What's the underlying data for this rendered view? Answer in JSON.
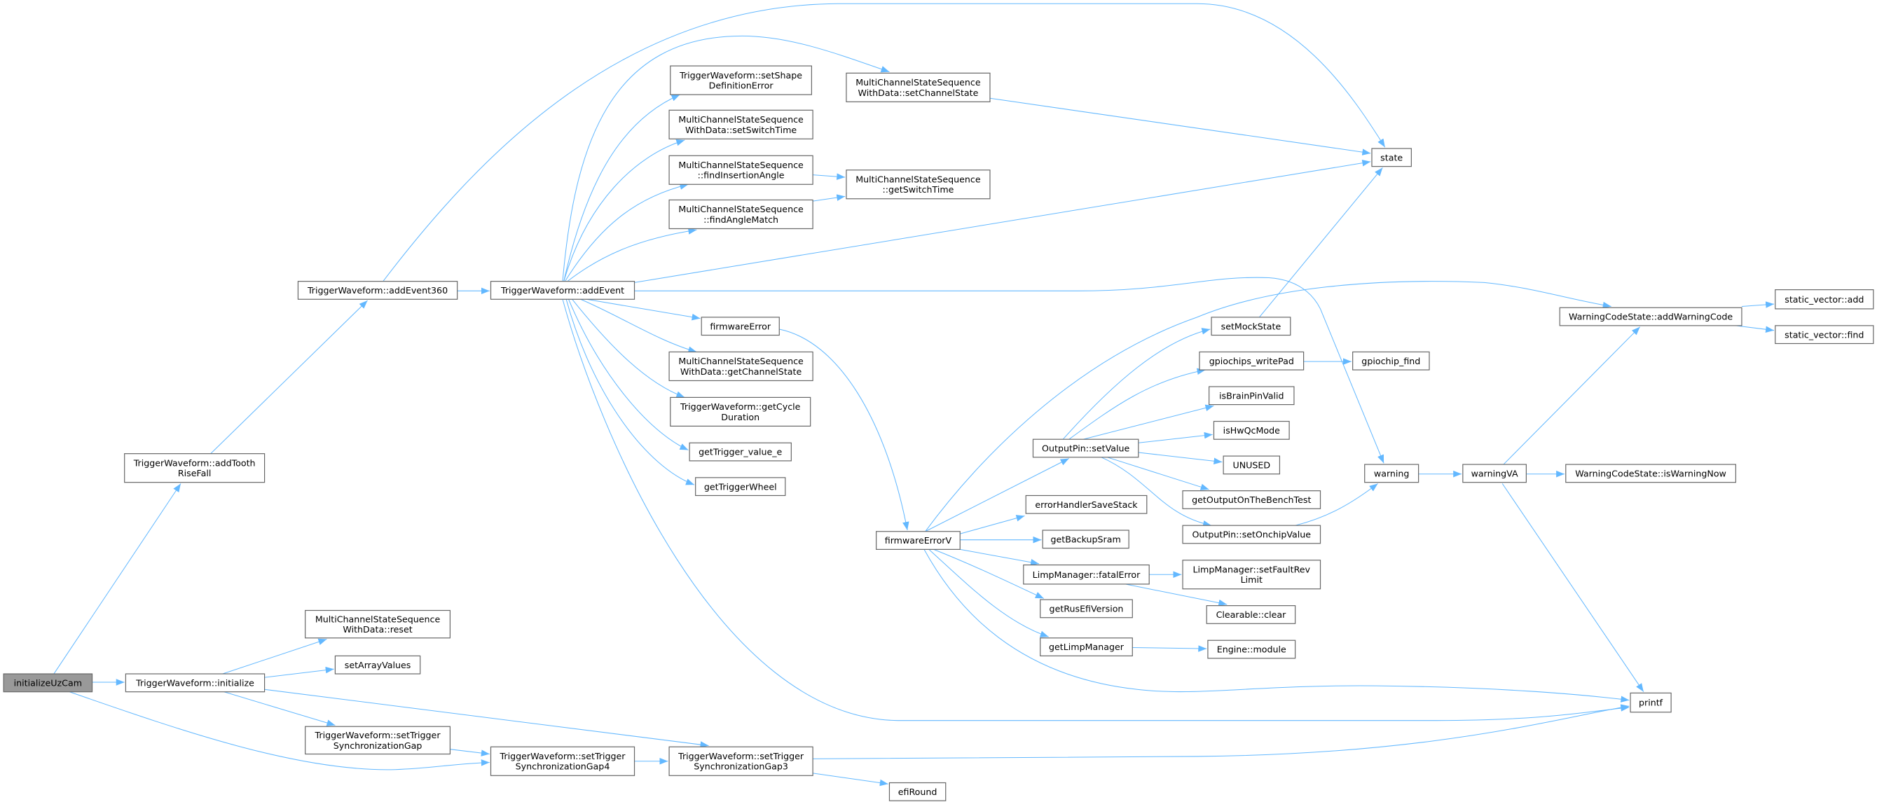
{
  "graph": {
    "root": "initializeUzCam",
    "colors": {
      "edge": "#63b8ff",
      "root_fill": "#999999",
      "node_fill": "#ffffff",
      "border": "#666666"
    },
    "nodes": {
      "initializeUzCam": [
        "initializeUzCam"
      ],
      "addToothRiseFall": [
        "TriggerWaveform::addTooth",
        "RiseFall"
      ],
      "initialize": [
        "TriggerWaveform::initialize"
      ],
      "addEvent360": [
        "TriggerWaveform::addEvent360"
      ],
      "addEvent": [
        "TriggerWaveform::addEvent"
      ],
      "reset": [
        "MultiChannelStateSequence",
        "WithData::reset"
      ],
      "setArrayValues": [
        "setArrayValues"
      ],
      "gap": [
        "TriggerWaveform::setTrigger",
        "SynchronizationGap"
      ],
      "gap4": [
        "TriggerWaveform::setTrigger",
        "SynchronizationGap4"
      ],
      "gap3": [
        "TriggerWaveform::setTrigger",
        "SynchronizationGap3"
      ],
      "efiRound": [
        "efiRound"
      ],
      "setShapeDefinitionError": [
        "TriggerWaveform::setShape",
        "DefinitionError"
      ],
      "setSwitchTime": [
        "MultiChannelStateSequence",
        "WithData::setSwitchTime"
      ],
      "findInsertionAngle": [
        "MultiChannelStateSequence",
        "::findInsertionAngle"
      ],
      "findAngleMatch": [
        "MultiChannelStateSequence",
        "::findAngleMatch"
      ],
      "setChannelState": [
        "MultiChannelStateSequence",
        "WithData::setChannelState"
      ],
      "getSwitchTime": [
        "MultiChannelStateSequence",
        "::getSwitchTime"
      ],
      "firmwareError": [
        "firmwareError"
      ],
      "getChannelState": [
        "MultiChannelStateSequence",
        "WithData::getChannelState"
      ],
      "getCycleDuration": [
        "TriggerWaveform::getCycle",
        "Duration"
      ],
      "getTrigger_value_e": [
        "getTrigger_value_e"
      ],
      "getTriggerWheel": [
        "getTriggerWheel"
      ],
      "state": [
        "state"
      ],
      "firmwareErrorV": [
        "firmwareErrorV"
      ],
      "setValue": [
        "OutputPin::setValue"
      ],
      "errorHandlerSaveStack": [
        "errorHandlerSaveStack"
      ],
      "getBackupSram": [
        "getBackupSram"
      ],
      "fatalError": [
        "LimpManager::fatalError"
      ],
      "getRusEfiVersion": [
        "getRusEfiVersion"
      ],
      "getLimpManager": [
        "getLimpManager"
      ],
      "setMockState": [
        "setMockState"
      ],
      "gpiochips_writePad": [
        "gpiochips_writePad"
      ],
      "isBrainPinValid": [
        "isBrainPinValid"
      ],
      "isHwQcMode": [
        "isHwQcMode"
      ],
      "UNUSED": [
        "UNUSED"
      ],
      "getOutputOnTheBenchTest": [
        "getOutputOnTheBenchTest"
      ],
      "setOnchipValue": [
        "OutputPin::setOnchipValue"
      ],
      "setFaultRevLimit": [
        "LimpManager::setFaultRev",
        "Limit"
      ],
      "clear": [
        "Clearable::clear"
      ],
      "module": [
        "Engine::module"
      ],
      "gpiochip_find": [
        "gpiochip_find"
      ],
      "warning": [
        "warning"
      ],
      "warningVA": [
        "warningVA"
      ],
      "addWarningCode": [
        "WarningCodeState::addWarningCode"
      ],
      "sv_add": [
        "static_vector::add"
      ],
      "sv_find": [
        "static_vector::find"
      ],
      "isWarningNow": [
        "WarningCodeState::isWarningNow"
      ],
      "printf": [
        "printf"
      ]
    },
    "edges": [
      [
        "initializeUzCam",
        "addToothRiseFall"
      ],
      [
        "initializeUzCam",
        "initialize"
      ],
      [
        "initializeUzCam",
        "gap4"
      ],
      [
        "addToothRiseFall",
        "addEvent360"
      ],
      [
        "addEvent360",
        "addEvent"
      ],
      [
        "addEvent360",
        "state"
      ],
      [
        "addEvent",
        "setShapeDefinitionError"
      ],
      [
        "addEvent",
        "setSwitchTime"
      ],
      [
        "addEvent",
        "findInsertionAngle"
      ],
      [
        "addEvent",
        "findAngleMatch"
      ],
      [
        "addEvent",
        "setChannelState"
      ],
      [
        "findInsertionAngle",
        "getSwitchTime"
      ],
      [
        "findAngleMatch",
        "getSwitchTime"
      ],
      [
        "setChannelState",
        "state"
      ],
      [
        "addEvent",
        "state"
      ],
      [
        "addEvent",
        "warning"
      ],
      [
        "addEvent",
        "firmwareError"
      ],
      [
        "addEvent",
        "getChannelState"
      ],
      [
        "addEvent",
        "getCycleDuration"
      ],
      [
        "addEvent",
        "getTrigger_value_e"
      ],
      [
        "addEvent",
        "getTriggerWheel"
      ],
      [
        "addEvent",
        "printf"
      ],
      [
        "firmwareError",
        "firmwareErrorV"
      ],
      [
        "firmwareErrorV",
        "setValue"
      ],
      [
        "firmwareErrorV",
        "errorHandlerSaveStack"
      ],
      [
        "firmwareErrorV",
        "getBackupSram"
      ],
      [
        "firmwareErrorV",
        "fatalError"
      ],
      [
        "firmwareErrorV",
        "getRusEfiVersion"
      ],
      [
        "firmwareErrorV",
        "getLimpManager"
      ],
      [
        "firmwareErrorV",
        "printf"
      ],
      [
        "firmwareErrorV",
        "addWarningCode"
      ],
      [
        "setValue",
        "setMockState"
      ],
      [
        "setValue",
        "gpiochips_writePad"
      ],
      [
        "setValue",
        "isBrainPinValid"
      ],
      [
        "setValue",
        "isHwQcMode"
      ],
      [
        "setValue",
        "UNUSED"
      ],
      [
        "setValue",
        "getOutputOnTheBenchTest"
      ],
      [
        "setValue",
        "setOnchipValue"
      ],
      [
        "gpiochips_writePad",
        "gpiochip_find"
      ],
      [
        "setMockState",
        "state"
      ],
      [
        "setOnchipValue",
        "warning"
      ],
      [
        "fatalError",
        "setFaultRevLimit"
      ],
      [
        "fatalError",
        "clear"
      ],
      [
        "getLimpManager",
        "module"
      ],
      [
        "warning",
        "warningVA"
      ],
      [
        "warningVA",
        "isWarningNow"
      ],
      [
        "warningVA",
        "addWarningCode"
      ],
      [
        "warningVA",
        "printf"
      ],
      [
        "addWarningCode",
        "sv_add"
      ],
      [
        "addWarningCode",
        "sv_find"
      ],
      [
        "initialize",
        "reset"
      ],
      [
        "initialize",
        "setArrayValues"
      ],
      [
        "initialize",
        "gap"
      ],
      [
        "initialize",
        "gap3"
      ],
      [
        "gap",
        "gap4"
      ],
      [
        "gap4",
        "gap3"
      ],
      [
        "gap3",
        "printf"
      ],
      [
        "gap3",
        "efiRound"
      ]
    ]
  }
}
